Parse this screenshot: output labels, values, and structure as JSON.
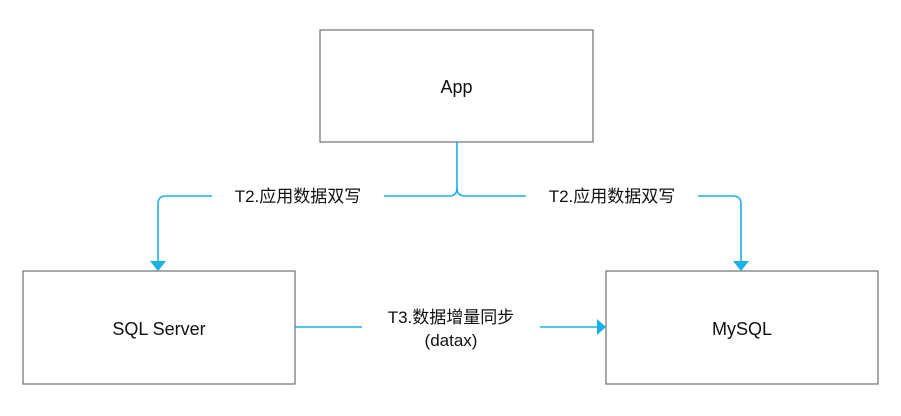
{
  "nodes": {
    "app": {
      "label": "App"
    },
    "sqlserver": {
      "label": "SQL Server"
    },
    "mysql": {
      "label": "MySQL"
    }
  },
  "edges": {
    "app_to_sqlserver": {
      "label": "T2.应用数据双写"
    },
    "app_to_mysql": {
      "label": "T2.应用数据双写"
    },
    "sqlserver_to_mysql": {
      "line1": "T3.数据增量同步",
      "line2": "(datax)"
    }
  },
  "colors": {
    "edge": "#1ab0e8",
    "box_border": "#707070"
  }
}
